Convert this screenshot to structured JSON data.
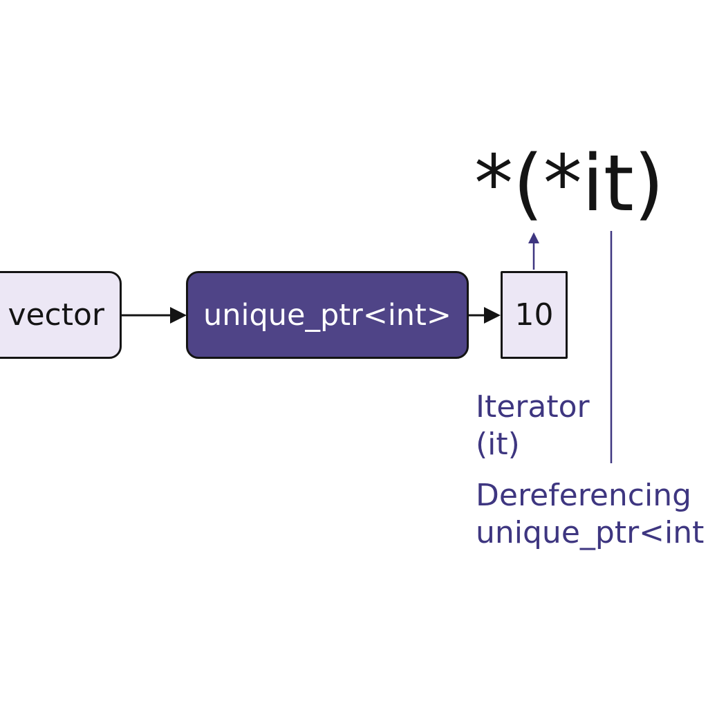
{
  "diagram": {
    "nodes": {
      "vector": {
        "label": "vector"
      },
      "unique_ptr": {
        "label": "unique_ptr<int>"
      },
      "value": {
        "label": "10"
      }
    },
    "expression": "*(*it)",
    "annotations": {
      "iterator": {
        "line1": "Iterator",
        "line2": "(it)"
      },
      "dereferencing": {
        "line1": "Dereferencing",
        "line2": "unique_ptr<int"
      }
    },
    "edges": [
      {
        "from": "vector",
        "to": "unique_ptr"
      },
      {
        "from": "unique_ptr",
        "to": "value"
      },
      {
        "from": "value",
        "to": "expression"
      }
    ],
    "colors": {
      "box_light": "#ece7f5",
      "box_dark": "#4f4487",
      "accent": "#3e3680",
      "ink": "#141414"
    }
  }
}
